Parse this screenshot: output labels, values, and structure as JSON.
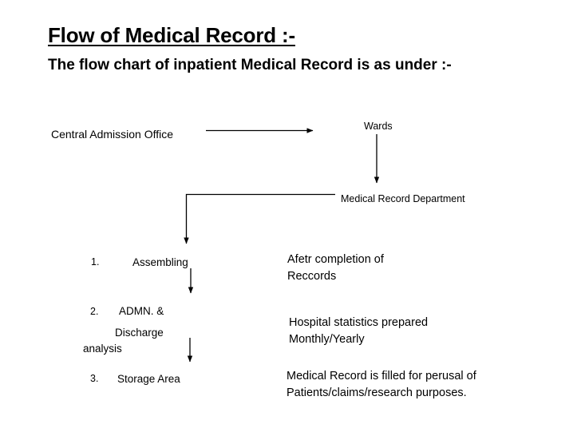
{
  "heading": {
    "title": "Flow of Medical Record :-",
    "subtitle": "The flow chart of inpatient Medical Record is as under :-"
  },
  "flowchart": {
    "nodes": {
      "central_admission_office": "Central Admission Office",
      "wards": "Wards",
      "medical_record_department": "Medical Record Department",
      "step1_number": "1.",
      "step1_label": "Assembling",
      "step2_number": "2.",
      "step2_label": "ADMN. &",
      "step2_label_line2": "Discharge",
      "step2_label_line3": "analysis",
      "step3_number": "3.",
      "step3_label": "Storage Area"
    },
    "annotations": {
      "note_after_completion": "Afetr completion of Reccords",
      "note_hospital_statistics": "Hospital statistics prepared Monthly/Yearly",
      "note_perusal": "Medical Record is filled for perusal of Patients/claims/research purposes."
    },
    "connectors": [
      {
        "name": "arrow-central-to-wards",
        "type": "horizontal-arrow-right"
      },
      {
        "name": "arrow-wards-to-mrd",
        "type": "vertical-arrow-down"
      },
      {
        "name": "elbow-mrd-to-assembling",
        "type": "elbow-left-then-down-arrow"
      },
      {
        "name": "arrow-assembling-to-admn",
        "type": "vertical-arrow-down"
      },
      {
        "name": "arrow-admn-to-storage",
        "type": "vertical-arrow-down"
      }
    ],
    "colors": {
      "background": "#ffffff",
      "ink": "#000000"
    }
  }
}
